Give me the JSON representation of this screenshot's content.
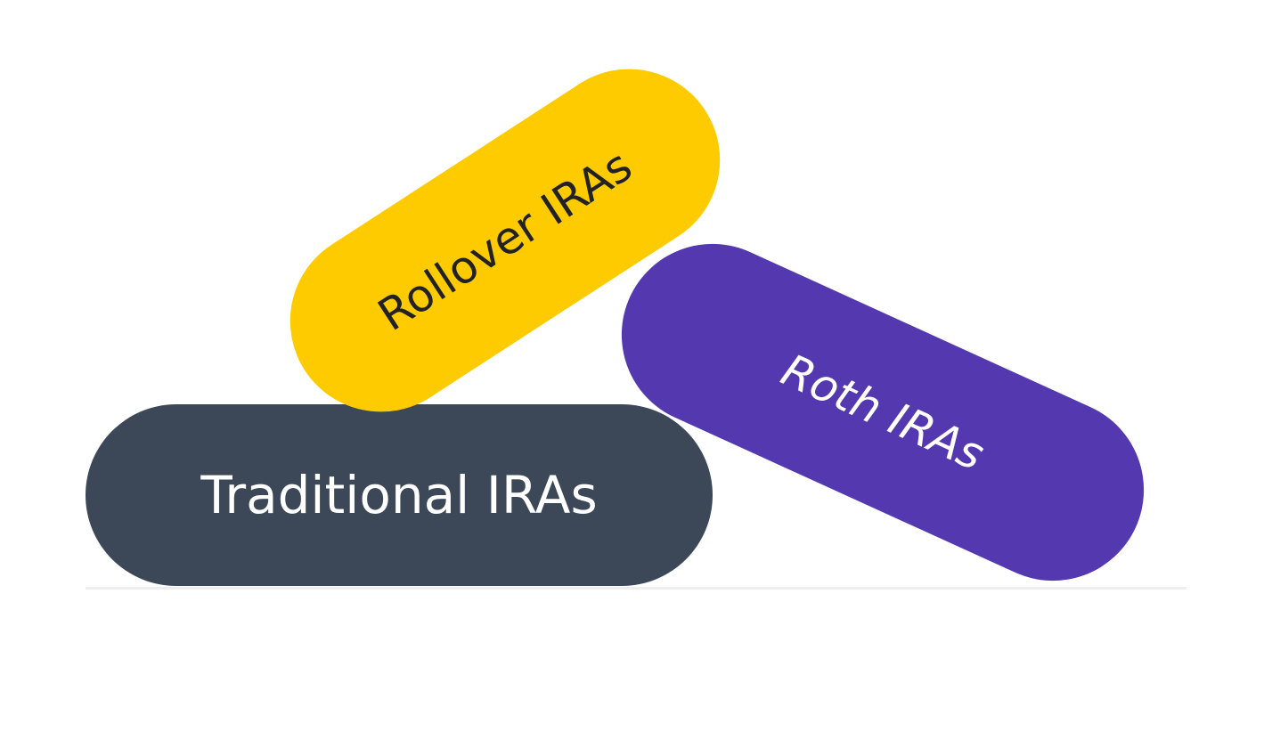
{
  "pills": {
    "traditional": {
      "label": "Traditional IRAs",
      "color": "#3c4858",
      "text_color": "#ffffff"
    },
    "rollover": {
      "label": "Rollover IRAs",
      "color": "#fecb00",
      "text_color": "#222222"
    },
    "roth": {
      "label": "Roth IRAs",
      "color": "#5438b0",
      "text_color": "#ffffff"
    }
  },
  "colors": {
    "background": "#ffffff",
    "baseline": "#eeeeee"
  }
}
